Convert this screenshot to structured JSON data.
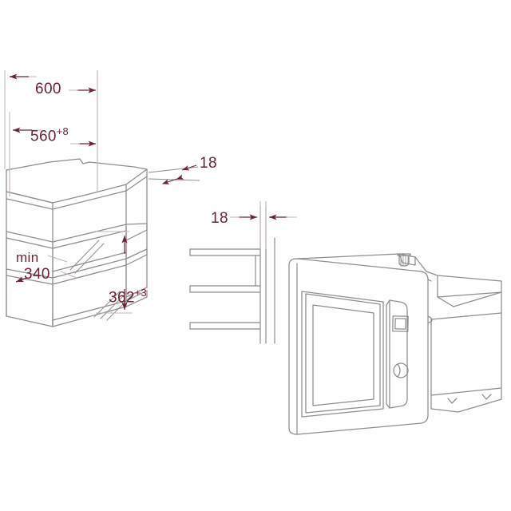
{
  "drawing": {
    "title": "Built-in microwave oven installation dimension drawing",
    "background_color": "#ffffff",
    "line_color": "#8c8c90",
    "dimension_color": "#6d2233",
    "units": "mm",
    "views": [
      {
        "name": "cabinet-niche-isometric",
        "description": "Isometric view of kitchen cabinet niche with top panel, middle shelf and lower opening"
      },
      {
        "name": "side-section",
        "description": "Side cross-section showing three horizontal shelf boards fixed to a vertical rear panel"
      },
      {
        "name": "appliance-isometric",
        "description": "Isometric view of the built-in microwave oven with door, viewing window, control panel and mounting screw"
      }
    ]
  },
  "dimensions": {
    "niche_width_outer": {
      "value": "600",
      "tolerance": "",
      "label": "600",
      "note": "outer cabinet width"
    },
    "niche_width_inner": {
      "value": "560",
      "tolerance": "+8",
      "label": "560+8",
      "note": "niche opening width"
    },
    "panel_thickness_top": {
      "value": "18",
      "tolerance": "",
      "label": "18",
      "note": "shelf panel thickness"
    },
    "panel_thickness_side": {
      "value": "18",
      "tolerance": "",
      "label": "18",
      "note": "rear panel thickness"
    },
    "niche_depth_min": {
      "value": "340",
      "tolerance": "",
      "prefix": "min",
      "label": "min 340",
      "note": "minimum niche depth"
    },
    "niche_height": {
      "value": "362",
      "tolerance": "+3",
      "label": "362+3",
      "note": "niche opening height"
    }
  },
  "labels": {
    "d600": "600",
    "d560_base": "560",
    "d560_sup": "+8",
    "d18_top": "18",
    "d18_side": "18",
    "min_prefix": "min",
    "d340": "340",
    "d362_base": "362",
    "d362_sup": "+3"
  },
  "appliance": {
    "type": "built-in microwave oven",
    "parts": [
      {
        "name": "door-panel",
        "description": "Front door with trim frame"
      },
      {
        "name": "door-window",
        "description": "Rectangular viewing window, nested frames"
      },
      {
        "name": "control-panel",
        "description": "Vertical control strip right of door"
      },
      {
        "name": "display",
        "description": "Square digital display"
      },
      {
        "name": "rotary-knob",
        "description": "Circular rotary selector knob"
      },
      {
        "name": "mounting-screw",
        "description": "Knurled mounting screw on top of cabinet flange"
      },
      {
        "name": "body-shell",
        "description": "Rear body shell of appliance"
      }
    ]
  }
}
